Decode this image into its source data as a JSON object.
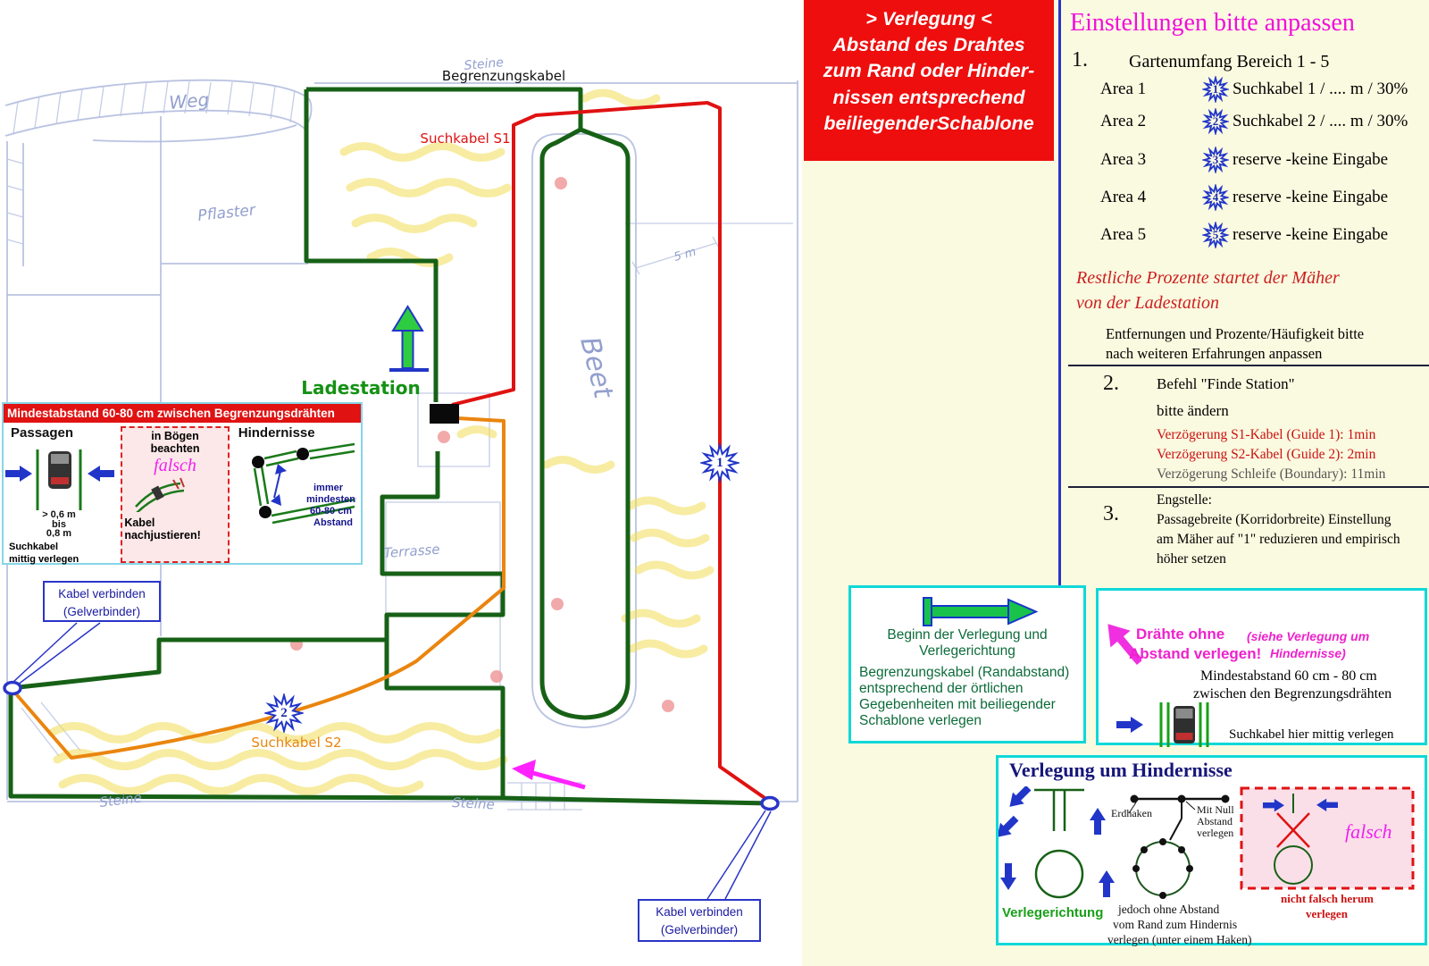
{
  "colors": {
    "boundary_cable": "#176117",
    "suchkabel_s1": "#e01212",
    "suchkabel_s2": "#ea850f",
    "accent_magenta": "#ee22cc",
    "note_red_bg": "#ee0e0e",
    "panel_bg": "#fafae0",
    "star_blue": "#2136c8",
    "cyan_border": "#0fd8d8"
  },
  "sketch": {
    "labels": {
      "begrenzungskabel": "Begrenzungskabel",
      "suchkabel_s1": "Suchkabel S1",
      "suchkabel_s2": "Suchkabel S2",
      "ladestation": "Ladestation",
      "weg": "Weg",
      "pflaster": "Pflaster",
      "beet": "Beet",
      "terrasse": "Terrasse",
      "steine_top": "Steine",
      "steine_bottom_left": "Steine",
      "steine_bottom_right": "Steine",
      "five_m": "5 m"
    },
    "star1": "1",
    "star2": "2",
    "connector_label_line1": "Kabel verbinden",
    "connector_label_line2": "(Gelverbinder)"
  },
  "abstand_box": {
    "header": "Mindestabstand 60-80 cm zwischen Begrenzungsdrähten",
    "passagen": {
      "title": "Passagen",
      "size1": "> 0,6 m",
      "size2": "bis",
      "size3": "0,8 m",
      "note1": "Suchkabel",
      "note2": "mittig verlegen"
    },
    "boegen": {
      "title1": "in Bögen",
      "title2": "beachten",
      "falsch": "falsch",
      "note1": "Kabel",
      "note2": "nachjustieren!"
    },
    "hindernisse": {
      "title": "Hindernisse",
      "note1": "immer",
      "note2": "mindestens",
      "note3": "60-80 cm",
      "note4": "Abstand"
    }
  },
  "verlegung_note": {
    "line1": "> Verlegung <",
    "line2": "Abstand des Drahtes",
    "line3": "zum Rand oder Hinder-",
    "line4": "nissen entsprechend",
    "line5": "beiliegenderSchablone"
  },
  "einstellungen": {
    "title": "Einstellungen bitte anpassen",
    "item1_num": "1.",
    "item1_title": "Gartenumfang Bereich 1 - 5",
    "areas": [
      {
        "label": "Area 1",
        "star": "1",
        "value": "Suchkabel 1 / .... m / 30%"
      },
      {
        "label": "Area 2",
        "star": "2",
        "value": "Suchkabel 2 / .... m / 30%"
      },
      {
        "label": "Area 3",
        "star": "3",
        "value": "reserve -keine Eingabe"
      },
      {
        "label": "Area 4",
        "star": "4",
        "value": "reserve -keine Eingabe"
      },
      {
        "label": "Area 5",
        "star": "5",
        "value": "reserve -keine Eingabe"
      }
    ],
    "restliche1": "Restliche Prozente  startet der Mäher",
    "restliche2": "von der Ladestation",
    "entfernungen1": "Entfernungen und Prozente/Häufigkeit bitte",
    "entfernungen2": "nach weiteren Erfahrungen anpassen",
    "item2_num": "2.",
    "item2_line1": "Befehl \"Finde Station\"",
    "item2_line2": "bitte ändern",
    "verz1": "Verzögerung S1-Kabel (Guide 1): 1min",
    "verz2": "Verzögerung S2-Kabel (Guide 2): 2min",
    "verz3": "Verzögerung Schleife (Boundary): 11min",
    "item3_num": "3.",
    "item3_line0": "Engstelle:",
    "item3_line1": "Passagebreite (Korridorbreite) Einstellung",
    "item3_line2": "am Mäher auf \"1\" reduzieren und empirisch",
    "item3_line3": "höher setzen"
  },
  "beginn_box": {
    "line1": "Beginn der Verlegung und",
    "line2": "Verlegerichtung",
    "line3": "Begrenzungskabel (Randabstand)",
    "line4": "entsprechend der örtlichen",
    "line5": "Gegebenheiten mit beiliegender",
    "line6": "Schablone verlegen"
  },
  "draehte_box": {
    "title1": "Drähte ohne",
    "title2": "Abstand verlegen!",
    "siehe1": "(siehe Verlegung um",
    "siehe2": "Hindernisse)",
    "abstand1": "Mindestabstand 60 cm - 80 cm",
    "abstand2": "zwischen den Begrenzungsdrähten",
    "mittig": "Suchkabel hier mittig verlegen"
  },
  "hindernisse_box": {
    "title": "Verlegung um Hindernisse",
    "erdhaken": "Erdhaken",
    "mitnull1": "Mit Null",
    "mitnull2": "Abstand",
    "mitnull3": "verlegen",
    "falsch": "falsch",
    "verlegerichtung": "Verlegerichtung",
    "jedoch1": "jedoch ohne Abstand",
    "jedoch2": "vom Rand zum Hindernis",
    "jedoch3": "verlegen (unter einem Haken)",
    "nicht1": "nicht falsch herum",
    "nicht2": "verlegen"
  }
}
